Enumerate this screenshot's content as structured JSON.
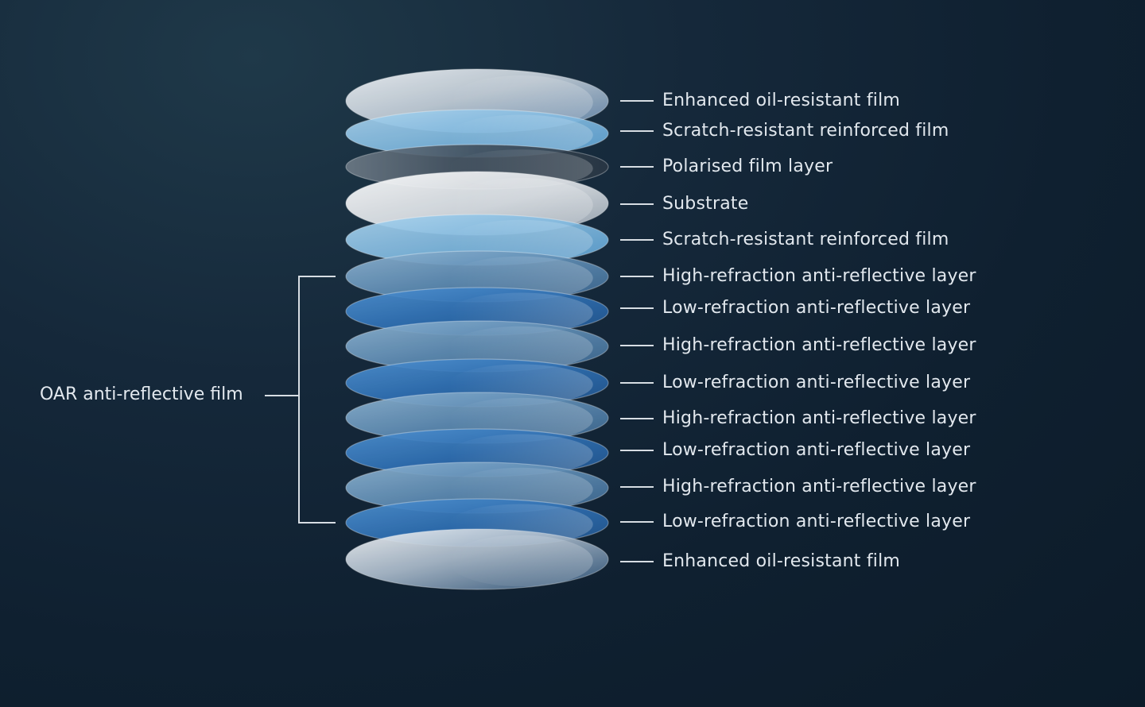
{
  "layers": [
    {
      "label": "Enhanced oil-resistant film",
      "kind": "oil"
    },
    {
      "label": "Scratch-resistant reinforced film",
      "kind": "scratch"
    },
    {
      "label": "Polarised film layer",
      "kind": "polar"
    },
    {
      "label": "Substrate",
      "kind": "substrate"
    },
    {
      "label": "Scratch-resistant reinforced film",
      "kind": "scratch"
    },
    {
      "label": "High-refraction anti-reflective layer",
      "kind": "high"
    },
    {
      "label": "Low-refraction anti-reflective layer",
      "kind": "low"
    },
    {
      "label": "High-refraction anti-reflective layer",
      "kind": "high"
    },
    {
      "label": "Low-refraction anti-reflective layer",
      "kind": "low"
    },
    {
      "label": "High-refraction anti-reflective layer",
      "kind": "high"
    },
    {
      "label": "Low-refraction anti-reflective layer",
      "kind": "low"
    },
    {
      "label": "High-refraction anti-reflective layer",
      "kind": "high"
    },
    {
      "label": "Low-refraction anti-reflective layer",
      "kind": "low"
    },
    {
      "label": "Enhanced oil-resistant film",
      "kind": "oil-bottom"
    }
  ],
  "group": {
    "label": "OAR anti-reflective film"
  },
  "colors": {
    "background": "#0f2030",
    "text": "#e2e8ee",
    "line": "#d7dde3"
  }
}
